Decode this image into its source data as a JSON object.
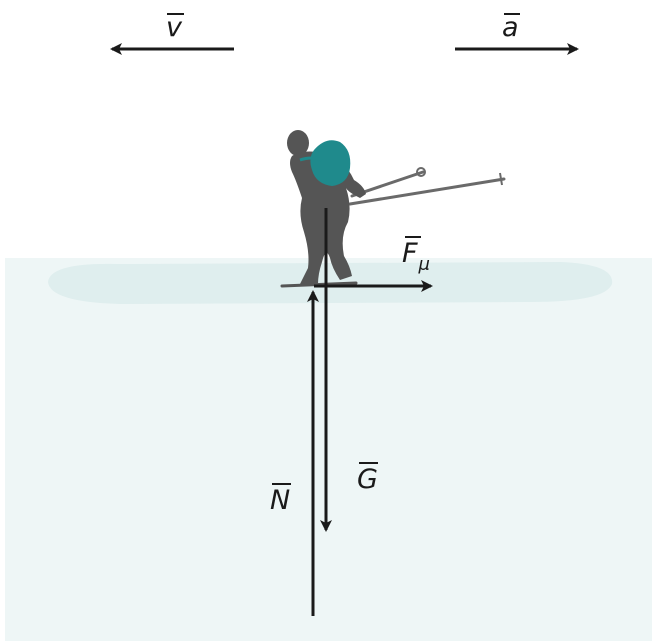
{
  "diagram": {
    "labels": {
      "velocity": "v",
      "acceleration": "a",
      "friction_main": "F",
      "friction_sub": "μ",
      "gravity": "G",
      "normal": "N"
    },
    "colors": {
      "ink": "#1a1a1a",
      "ice": "#eef6f6",
      "ice_surface": "#dfeeee",
      "skier": "#555555",
      "backpack": "#1f8a8c",
      "poles": "#6a6a6a"
    }
  }
}
